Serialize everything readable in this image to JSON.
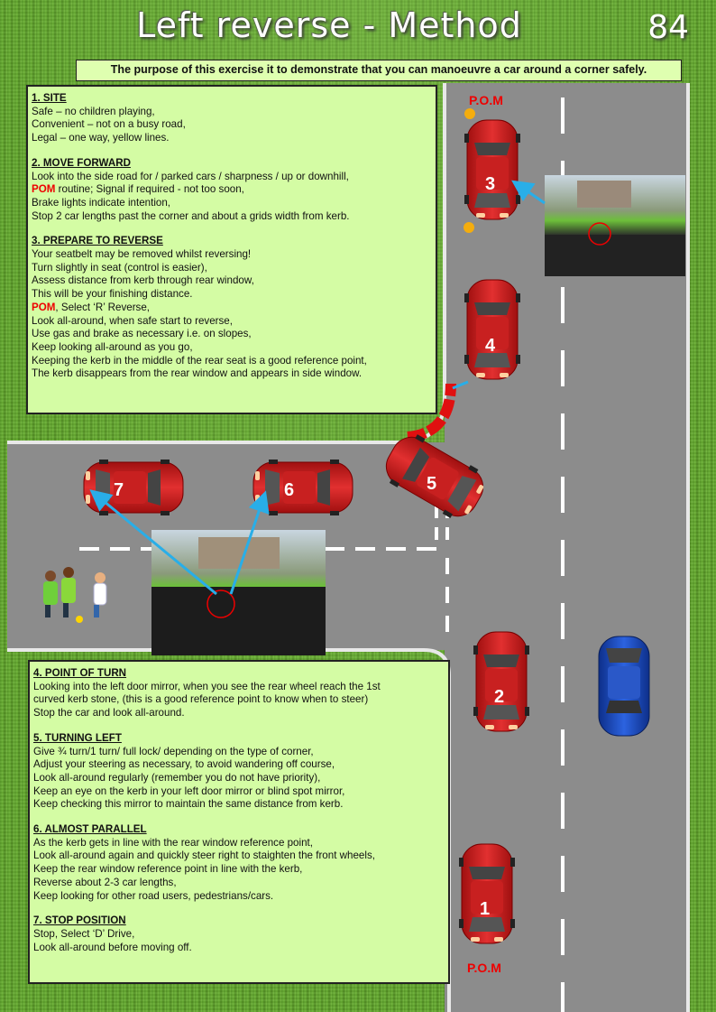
{
  "header": {
    "title": "Left reverse - Method",
    "page_number": "84",
    "purpose": "The purpose of this exercise it to demonstrate that you can manoeuvre a car around a corner safely."
  },
  "top_panel": {
    "s1_heading": "1. SITE",
    "s1_l1": "Safe – no children playing,",
    "s1_l2": "Convenient – not on a busy road,",
    "s1_l3": "Legal – one way, yellow lines.",
    "s2_heading": "2. MOVE FORWARD",
    "s2_l1": "Look into the side road for / parked cars / sharpness / up or downhill,",
    "s2_pom": "POM",
    "s2_l2": " routine;  Signal if required - not too soon,",
    "s2_l3": "Brake lights indicate intention,",
    "s2_l4": "Stop 2 car lengths past the corner and about a grids width from kerb.",
    "s3_heading": "3. PREPARE TO REVERSE",
    "s3_l1": "Your seatbelt may be removed whilst reversing!",
    "s3_l2": "Turn slightly in seat (control is easier),",
    "s3_l3": "Assess distance from kerb through rear window,",
    "s3_l4": "This will be your finishing distance.",
    "s3_pom": "POM",
    "s3_l5": ", Select ‘R’ Reverse,",
    "s3_l6": "Look all-around, when safe start to reverse,",
    "s3_l7": "Use gas and brake as necessary i.e. on slopes,",
    "s3_l8": "Keep looking all-around as you go,",
    "s3_l9": "Keeping the kerb in the middle of the rear seat is a good reference point,",
    "s3_l10": "The kerb disappears from the rear window and appears in side window."
  },
  "bottom_panel": {
    "s4_heading": "4. POINT OF TURN",
    "s4_l1": "Looking into the left door mirror, when you see the rear wheel reach  the 1st",
    "s4_l2": "curved kerb stone, (this is a good reference point to know when to steer)",
    "s4_l3": "Stop the car and look all-around.",
    "s5_heading": "5. TURNING LEFT",
    "s5_l1": "Give ¾ turn/1 turn/ full lock/ depending on the type of corner,",
    "s5_l2": "Adjust your steering as necessary, to avoid wandering off course,",
    "s5_l3": "Look all-around regularly (remember you do not have priority),",
    "s5_l4": "Keep an eye on the kerb in your left door mirror or blind spot mirror,",
    "s5_l5": "Keep checking this mirror to maintain the same distance from kerb.",
    "s6_heading": "6. ALMOST PARALLEL",
    "s6_l1": "As the kerb gets in line with the rear window reference point,",
    "s6_l2": "Look all-around again and quickly steer right to staighten the front wheels,",
    "s6_l3": "Keep the rear window reference point in line with the kerb,",
    "s6_l4": "Reverse  about 2-3 car lengths,",
    "s6_l5": "Keep looking for other road users, pedestrians/cars.",
    "s7_heading": "7. STOP POSITION",
    "s7_l1": "Stop, Select ‘D’ Drive,",
    "s7_l2": "Look all-around before moving off."
  },
  "diagram": {
    "pom_top": "P.O.M",
    "pom_bottom": "P.O.M",
    "car_numbers": [
      "1",
      "2",
      "3",
      "4",
      "5",
      "6",
      "7"
    ],
    "colors": {
      "car": "#d42020",
      "blue_car": "#1a4fd0",
      "road": "#8c8c8c",
      "kerb_red": "#e01010",
      "arrow": "#29aee8"
    }
  }
}
